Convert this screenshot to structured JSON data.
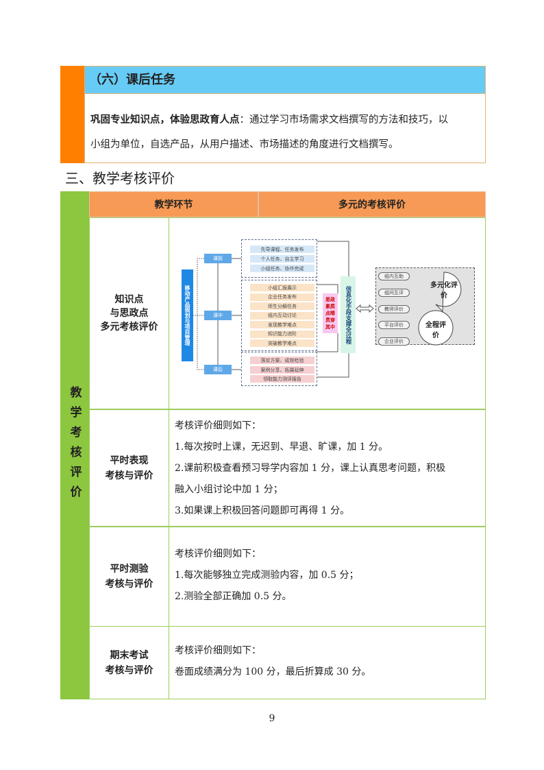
{
  "task_section": {
    "title": "（六）课后任务",
    "bold_lead": "巩固专业知识点，体验思政育人点",
    "text_line1": "：通过学习市场需求文档撰写的方法和技巧，以",
    "text_line2": "小组为单位，自选产品，从用户描述、市场描述的角度进行文档撰写。"
  },
  "section_heading": "三、教学考核评价",
  "eval_table": {
    "side_label": "教学考核评价",
    "headers": [
      "教学环节",
      "多元的考核评价"
    ],
    "rows": [
      {
        "label": [
          "知识点",
          "与思政点",
          "多元考核评价"
        ]
      },
      {
        "label": [
          "平时表现",
          "考核与评价"
        ],
        "lines": [
          "考核评价细则如下：",
          "1.每次按时上课，无迟到、早退、旷课，加 1 分。",
          "2.课前积极查看预习导学内容加 1 分，课上认真思考问题，积极",
          "融入小组讨论中加 1 分；",
          "3.如果课上积极回答问题即可再得 1 分。"
        ]
      },
      {
        "label": [
          "平时测验",
          "考核与评价"
        ],
        "lines": [
          "考核评价细则如下：",
          "1.每次能够独立完成测验内容，加 0.5 分；",
          "2.测验全部正确加 0.5 分。"
        ]
      },
      {
        "label": [
          "期末考试",
          "考核与评价"
        ],
        "lines": [
          "考核评价细则如下：",
          "卷面成绩满分为 100 分，最后折算成 30 分。"
        ]
      }
    ]
  },
  "diagram": {
    "main": "移动产品规划与项目管理",
    "stages": [
      "课前",
      "课中",
      "课后"
    ],
    "before": [
      "先导课程、任务发布",
      "个人任务、自主学习",
      "小组任务、协作完成"
    ],
    "during": [
      "小组汇报展示",
      "企业任务发布",
      "师生分解任务",
      "组内互动讨论",
      "发现教学难点",
      "知识能力进阶",
      "突破教学难点"
    ],
    "after": [
      "落实方案、成效检验",
      "案例分享、拓展延伸",
      "领取能力测评报告"
    ],
    "ideology": "思政素质点睛贯穿其中",
    "info": "信息化手段支撑全过程",
    "evals": [
      "组内互助",
      "组间互评",
      "教师评价",
      "平台评价",
      "企业评价"
    ],
    "multi": "多元化评价",
    "whole": "全程评价",
    "colors": {
      "blue": "#1e88e5",
      "light_blue": "#d6e8f8",
      "peach": "#fbe3c8",
      "pink": "#f6cfd0",
      "magenta": "#f8c8f0",
      "mint": "#d8f5e8"
    }
  },
  "page_number": "9",
  "colors": {
    "orange": "#ff8000",
    "sky": "#66ccf5",
    "header_orange": "#f79a55",
    "green": "#8dc63f"
  }
}
